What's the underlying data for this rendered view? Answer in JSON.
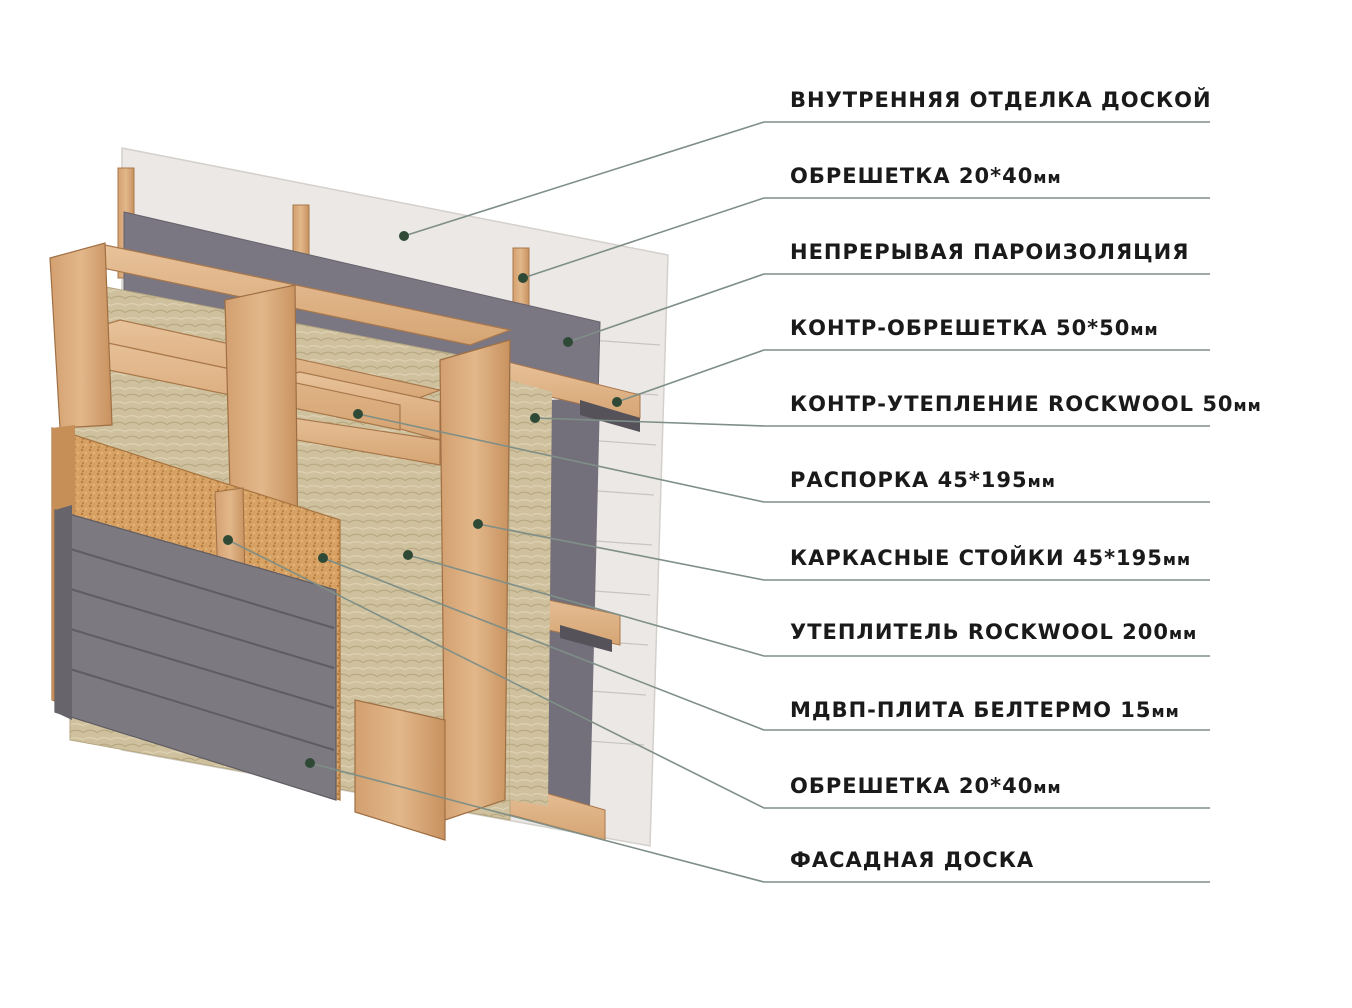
{
  "layers": [
    {
      "id": "interior-board",
      "text": "ВНУТРЕННЯЯ ОТДЕЛКА ДОСКОЙ",
      "unit": ""
    },
    {
      "id": "inner-battens",
      "text": "ОБРЕШЕТКА 20*40",
      "unit": "мм"
    },
    {
      "id": "vapor-barrier",
      "text": "НЕПРЕРЫВАЯ ПАРОИЗОЛЯЦИЯ",
      "unit": ""
    },
    {
      "id": "counter-battens",
      "text": "КОНТР-ОБРЕШЕТКА 50*50",
      "unit": "мм"
    },
    {
      "id": "counter-insulation",
      "text": "КОНТР-УТЕПЛЕНИЕ ROCKWOOL 50",
      "unit": "мм"
    },
    {
      "id": "spacer",
      "text": "РАСПОРКА 45*195",
      "unit": "мм"
    },
    {
      "id": "frame-studs",
      "text": "КАРКАСНЫЕ СТОЙКИ 45*195",
      "unit": "мм"
    },
    {
      "id": "insulation",
      "text": "УТЕПЛИТЕЛЬ ROCKWOOL 200",
      "unit": "мм"
    },
    {
      "id": "fiberboard",
      "text": "МДВП-ПЛИТА БЕЛТЕРМО 15",
      "unit": "мм"
    },
    {
      "id": "outer-battens",
      "text": "ОБРЕШЕТКА 20*40",
      "unit": "мм"
    },
    {
      "id": "facade-board",
      "text": "ФАСАДНАЯ ДОСКА",
      "unit": ""
    }
  ],
  "colors": {
    "leader_line": "#7f8f87",
    "dot": "#2e4a36",
    "wood": "#d9a678",
    "wood_dark": "#b88352",
    "wool": "#cdbf9b",
    "membrane": "#7a7680",
    "osb": "#d8a367",
    "cladding": "#7b7980",
    "interior": "#ece9e6"
  }
}
